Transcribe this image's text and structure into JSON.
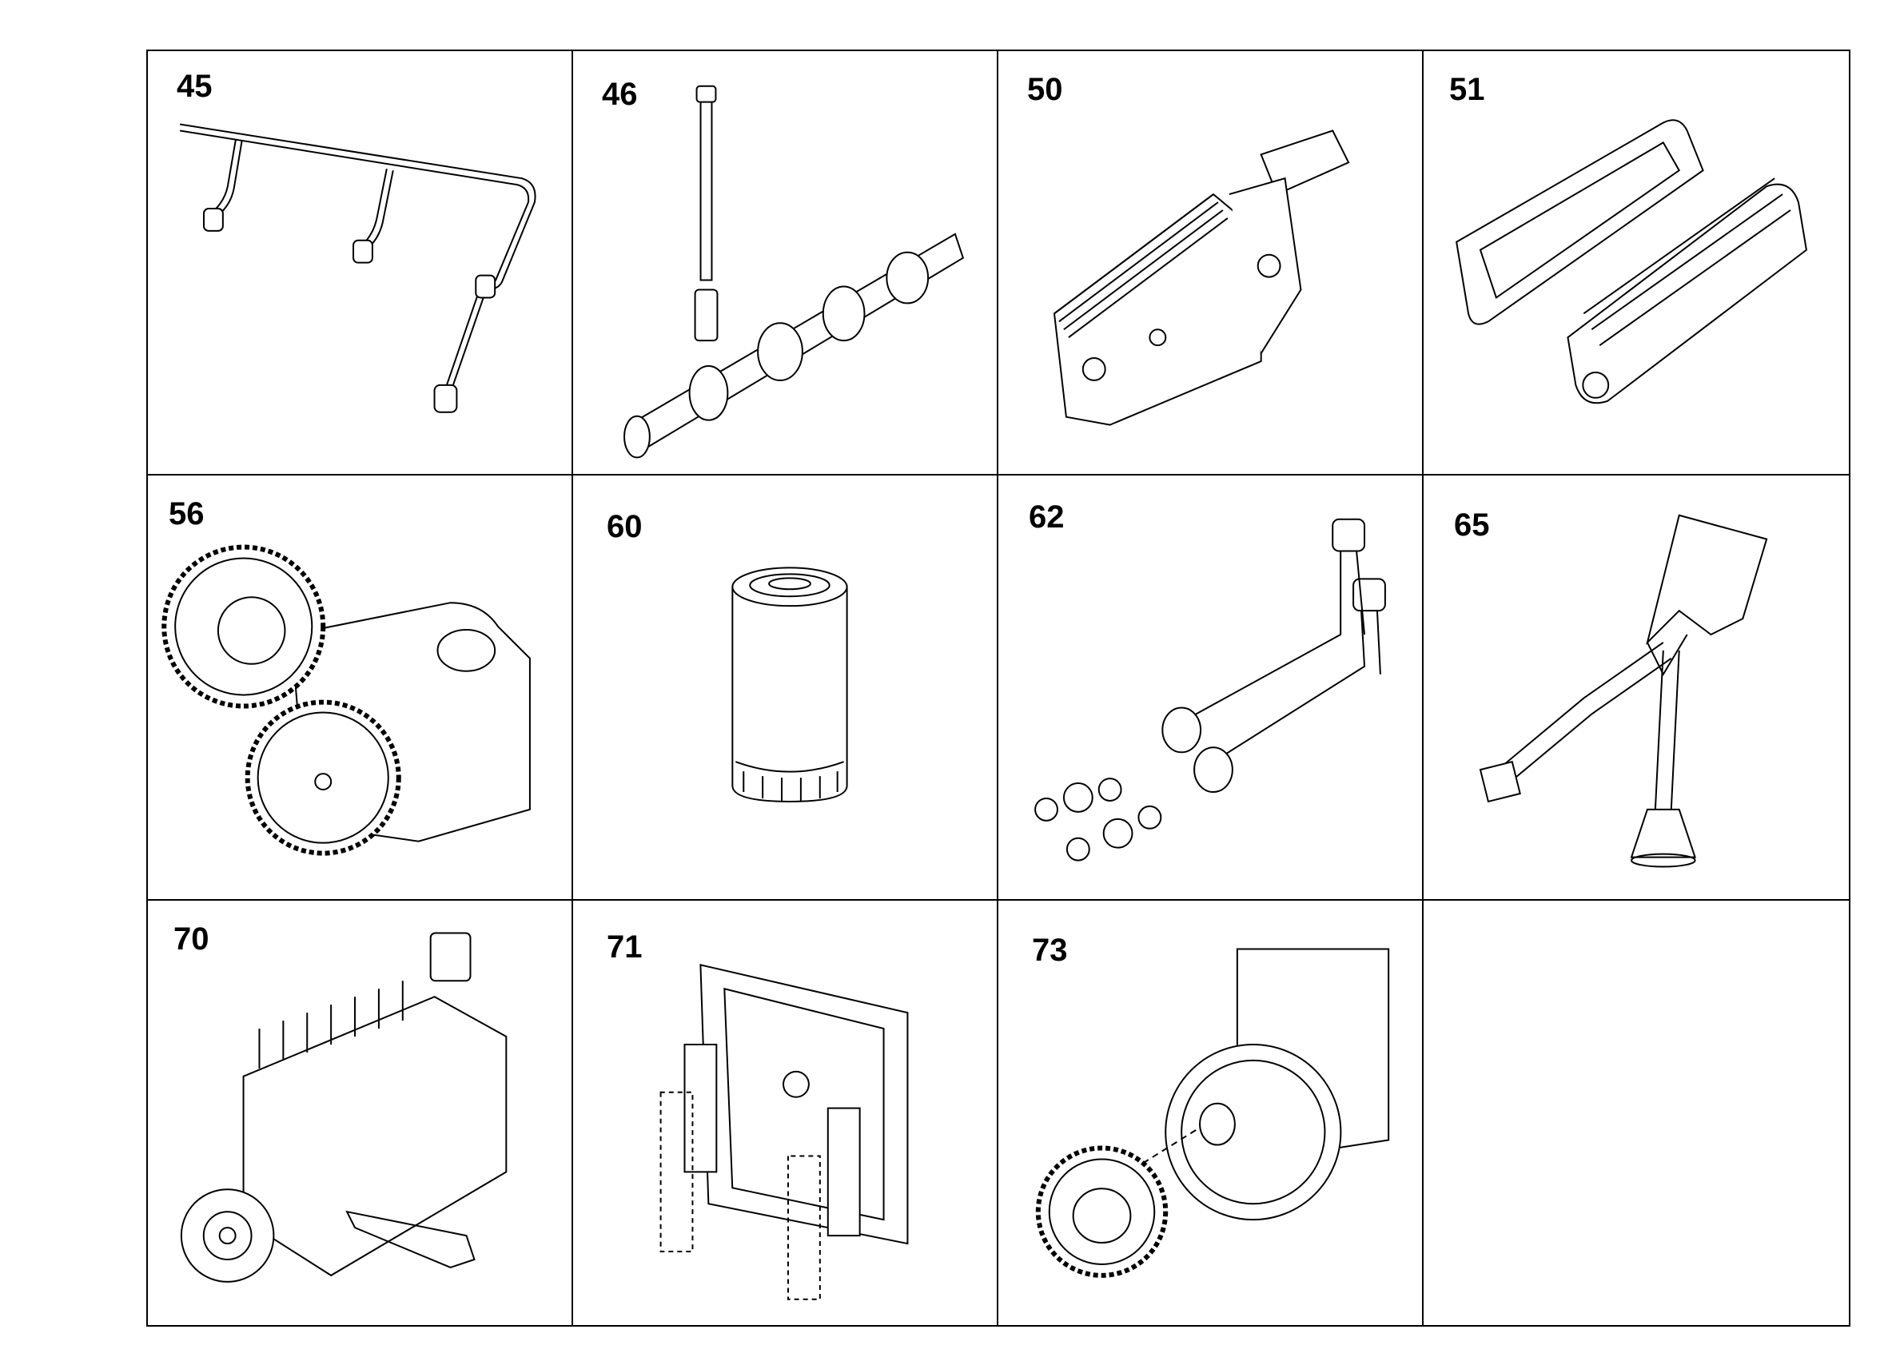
{
  "panels": [
    {
      "ref": "45",
      "icon": "fuel-injection-pipes-icon"
    },
    {
      "ref": "46",
      "icon": "camshaft-icon"
    },
    {
      "ref": "50",
      "icon": "oil-cooler-icon"
    },
    {
      "ref": "51",
      "icon": "oil-cooler-gasket-icon"
    },
    {
      "ref": "56",
      "icon": "oil-pump-gears-icon"
    },
    {
      "ref": "60",
      "icon": "oil-filter-icon"
    },
    {
      "ref": "62",
      "icon": "oil-pipe-fittings-icon"
    },
    {
      "ref": "65",
      "icon": "oil-suction-pipe-icon"
    },
    {
      "ref": "70",
      "icon": "injection-pump-icon"
    },
    {
      "ref": "71",
      "icon": "control-unit-icon"
    },
    {
      "ref": "73",
      "icon": "pump-drive-gear-icon"
    },
    {
      "ref": "",
      "icon": ""
    }
  ]
}
